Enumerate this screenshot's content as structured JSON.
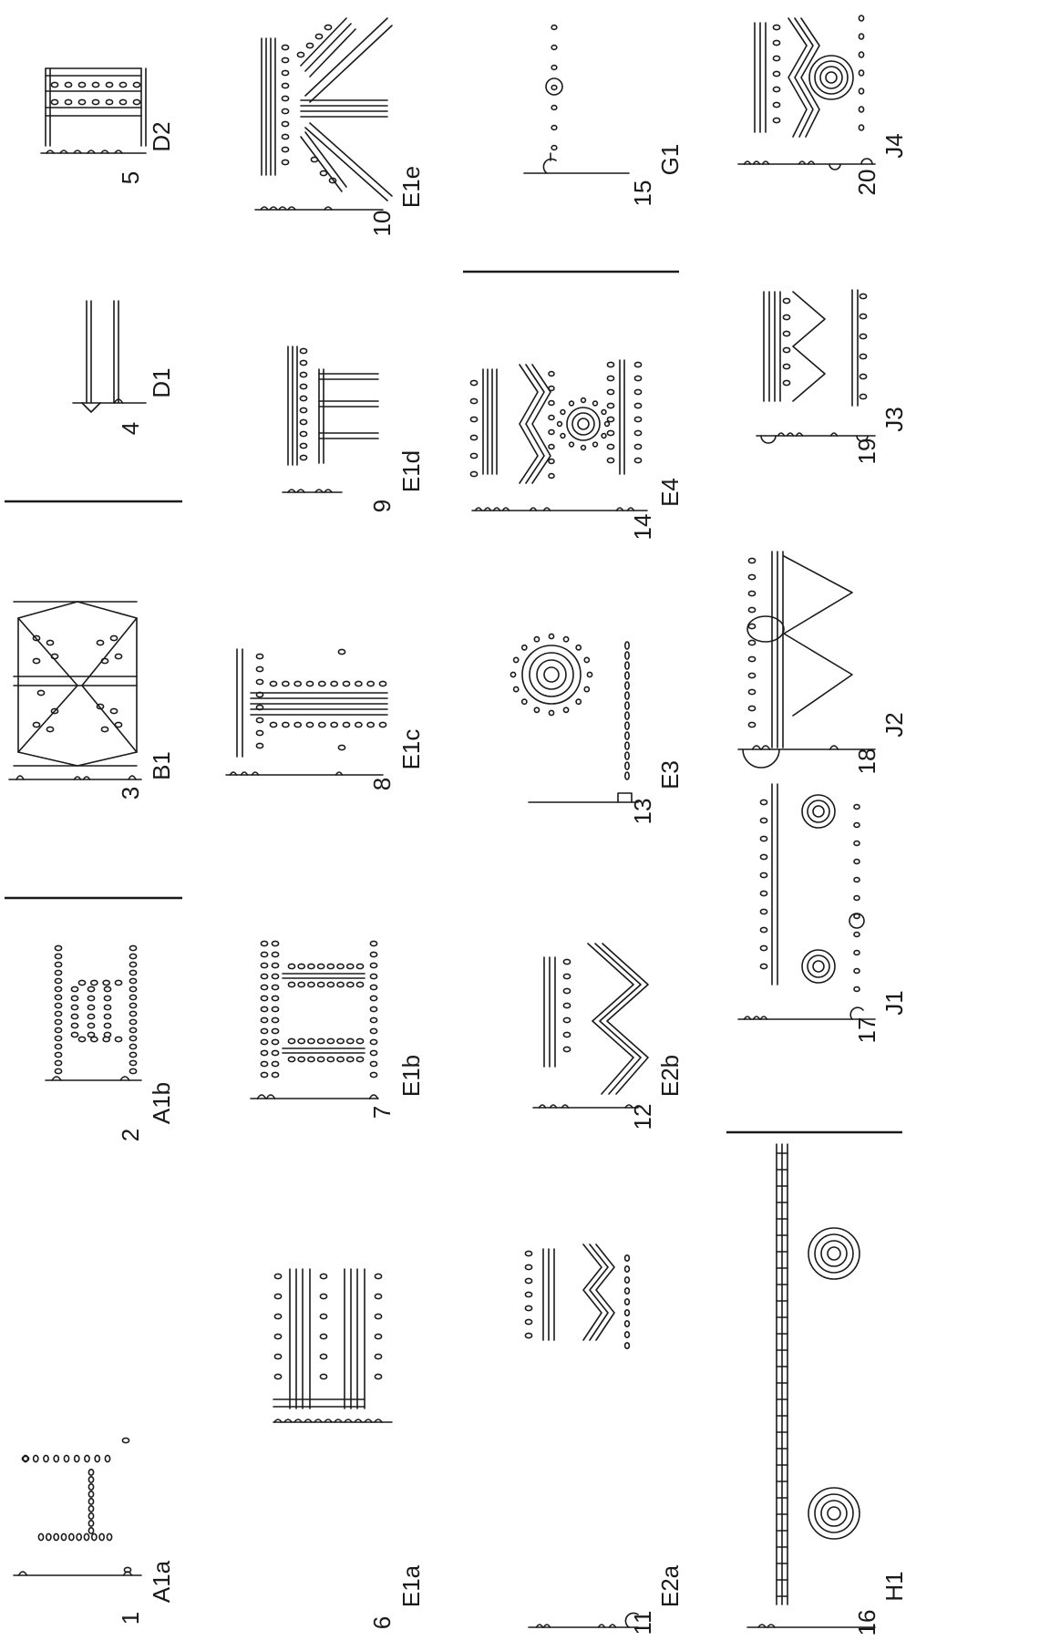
{
  "figure": {
    "panels": [
      {
        "number": "1",
        "code": "A1a"
      },
      {
        "number": "2",
        "code": "A1b"
      },
      {
        "number": "3",
        "code": "B1"
      },
      {
        "number": "4",
        "code": "D1"
      },
      {
        "number": "5",
        "code": "D2"
      },
      {
        "number": "6",
        "code": "E1a"
      },
      {
        "number": "7",
        "code": "E1b"
      },
      {
        "number": "8",
        "code": "E1c"
      },
      {
        "number": "9",
        "code": "E1d"
      },
      {
        "number": "10",
        "code": "E1e"
      },
      {
        "number": "11",
        "code": "E2a"
      },
      {
        "number": "12",
        "code": "E2b"
      },
      {
        "number": "13",
        "code": "E3"
      },
      {
        "number": "14",
        "code": "E4"
      },
      {
        "number": "15",
        "code": "G1"
      },
      {
        "number": "16",
        "code": "H1"
      },
      {
        "number": "17",
        "code": "J1"
      },
      {
        "number": "18",
        "code": "J2"
      },
      {
        "number": "19",
        "code": "J3"
      },
      {
        "number": "20",
        "code": "J4"
      }
    ]
  }
}
